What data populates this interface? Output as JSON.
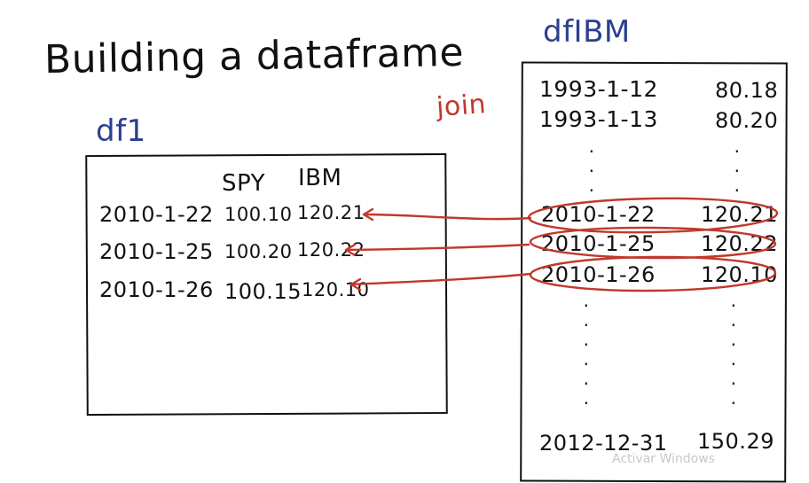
{
  "title": "Building a dataframe",
  "join_label": "join",
  "df1": {
    "label": "df1",
    "columns": [
      "SPY",
      "IBM"
    ],
    "rows": [
      {
        "date": "2010-1-22",
        "spy": "100.10",
        "ibm": "120.21"
      },
      {
        "date": "2010-1-25",
        "spy": "100.20",
        "ibm": "120.22"
      },
      {
        "date": "2010-1-26",
        "spy": "100.15",
        "ibm": "120.10"
      }
    ]
  },
  "dfibm": {
    "label": "dfIBM",
    "top_rows": [
      {
        "date": "1993-1-12",
        "value": "80.18"
      },
      {
        "date": "1993-1-13",
        "value": "80.20"
      }
    ],
    "highlight_rows": [
      {
        "date": "2010-1-22",
        "value": "120.21"
      },
      {
        "date": "2010-1-25",
        "value": "120.22"
      },
      {
        "date": "2010-1-26",
        "value": "120.10"
      }
    ],
    "bottom_row": {
      "date": "2012-12-31",
      "value": "150.29"
    }
  },
  "colors": {
    "ink": "#111111",
    "blue_label": "#2a3f8f",
    "red_annotation": "#c0392b"
  },
  "watermark": "Activar Windows"
}
